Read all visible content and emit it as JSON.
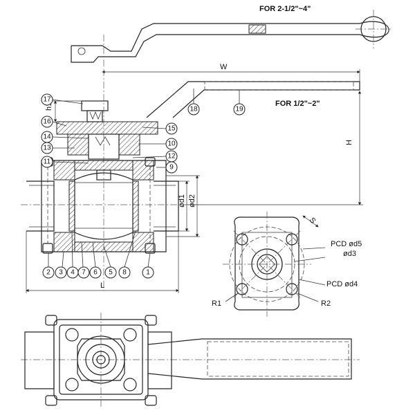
{
  "notes": {
    "large_handle": "FOR 2-1/2\"~4\"",
    "small_handle": "FOR 1/2\"~2\""
  },
  "dimensions": {
    "w": "W",
    "h": "H",
    "h1": "h1",
    "l": "L",
    "d1": "ød1",
    "d2": "ød2",
    "s": "S",
    "pcd_d5": "PCD ød5",
    "d3": "ød3",
    "pcd_d4": "PCD ød4",
    "r1": "R1",
    "r2": "R2"
  },
  "callouts": [
    "1",
    "2",
    "3",
    "4",
    "5",
    "6",
    "7",
    "8",
    "9",
    "10",
    "11",
    "12",
    "13",
    "14",
    "15",
    "16",
    "17",
    "18",
    "19"
  ]
}
